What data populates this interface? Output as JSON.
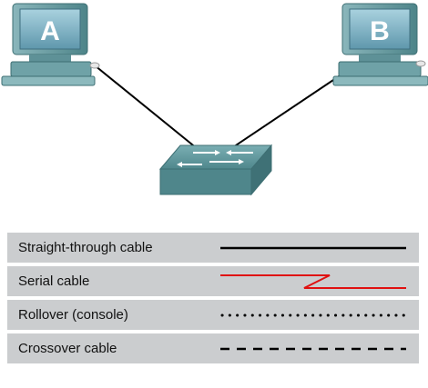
{
  "diagram": {
    "computers": [
      {
        "label": "A"
      },
      {
        "label": "B"
      }
    ],
    "device": {
      "icon": "network-switch-icon"
    },
    "connections": [
      {
        "from": "A",
        "to": "switch",
        "cable": "Straight-through cable"
      },
      {
        "from": "B",
        "to": "switch",
        "cable": "Straight-through cable"
      }
    ]
  },
  "legend": {
    "items": [
      {
        "label": "Straight-through cable",
        "style": "solid",
        "color": "#000000"
      },
      {
        "label": "Serial cable",
        "style": "serial",
        "color": "#e01010"
      },
      {
        "label": "Rollover (console)",
        "style": "dotted",
        "color": "#000000"
      },
      {
        "label": "Crossover cable",
        "style": "dashed",
        "color": "#000000"
      }
    ],
    "row_color": "#cbcdcf"
  },
  "colors": {
    "device_teal": "#5f9a9f",
    "screen_blue": "#7fb3c6"
  }
}
